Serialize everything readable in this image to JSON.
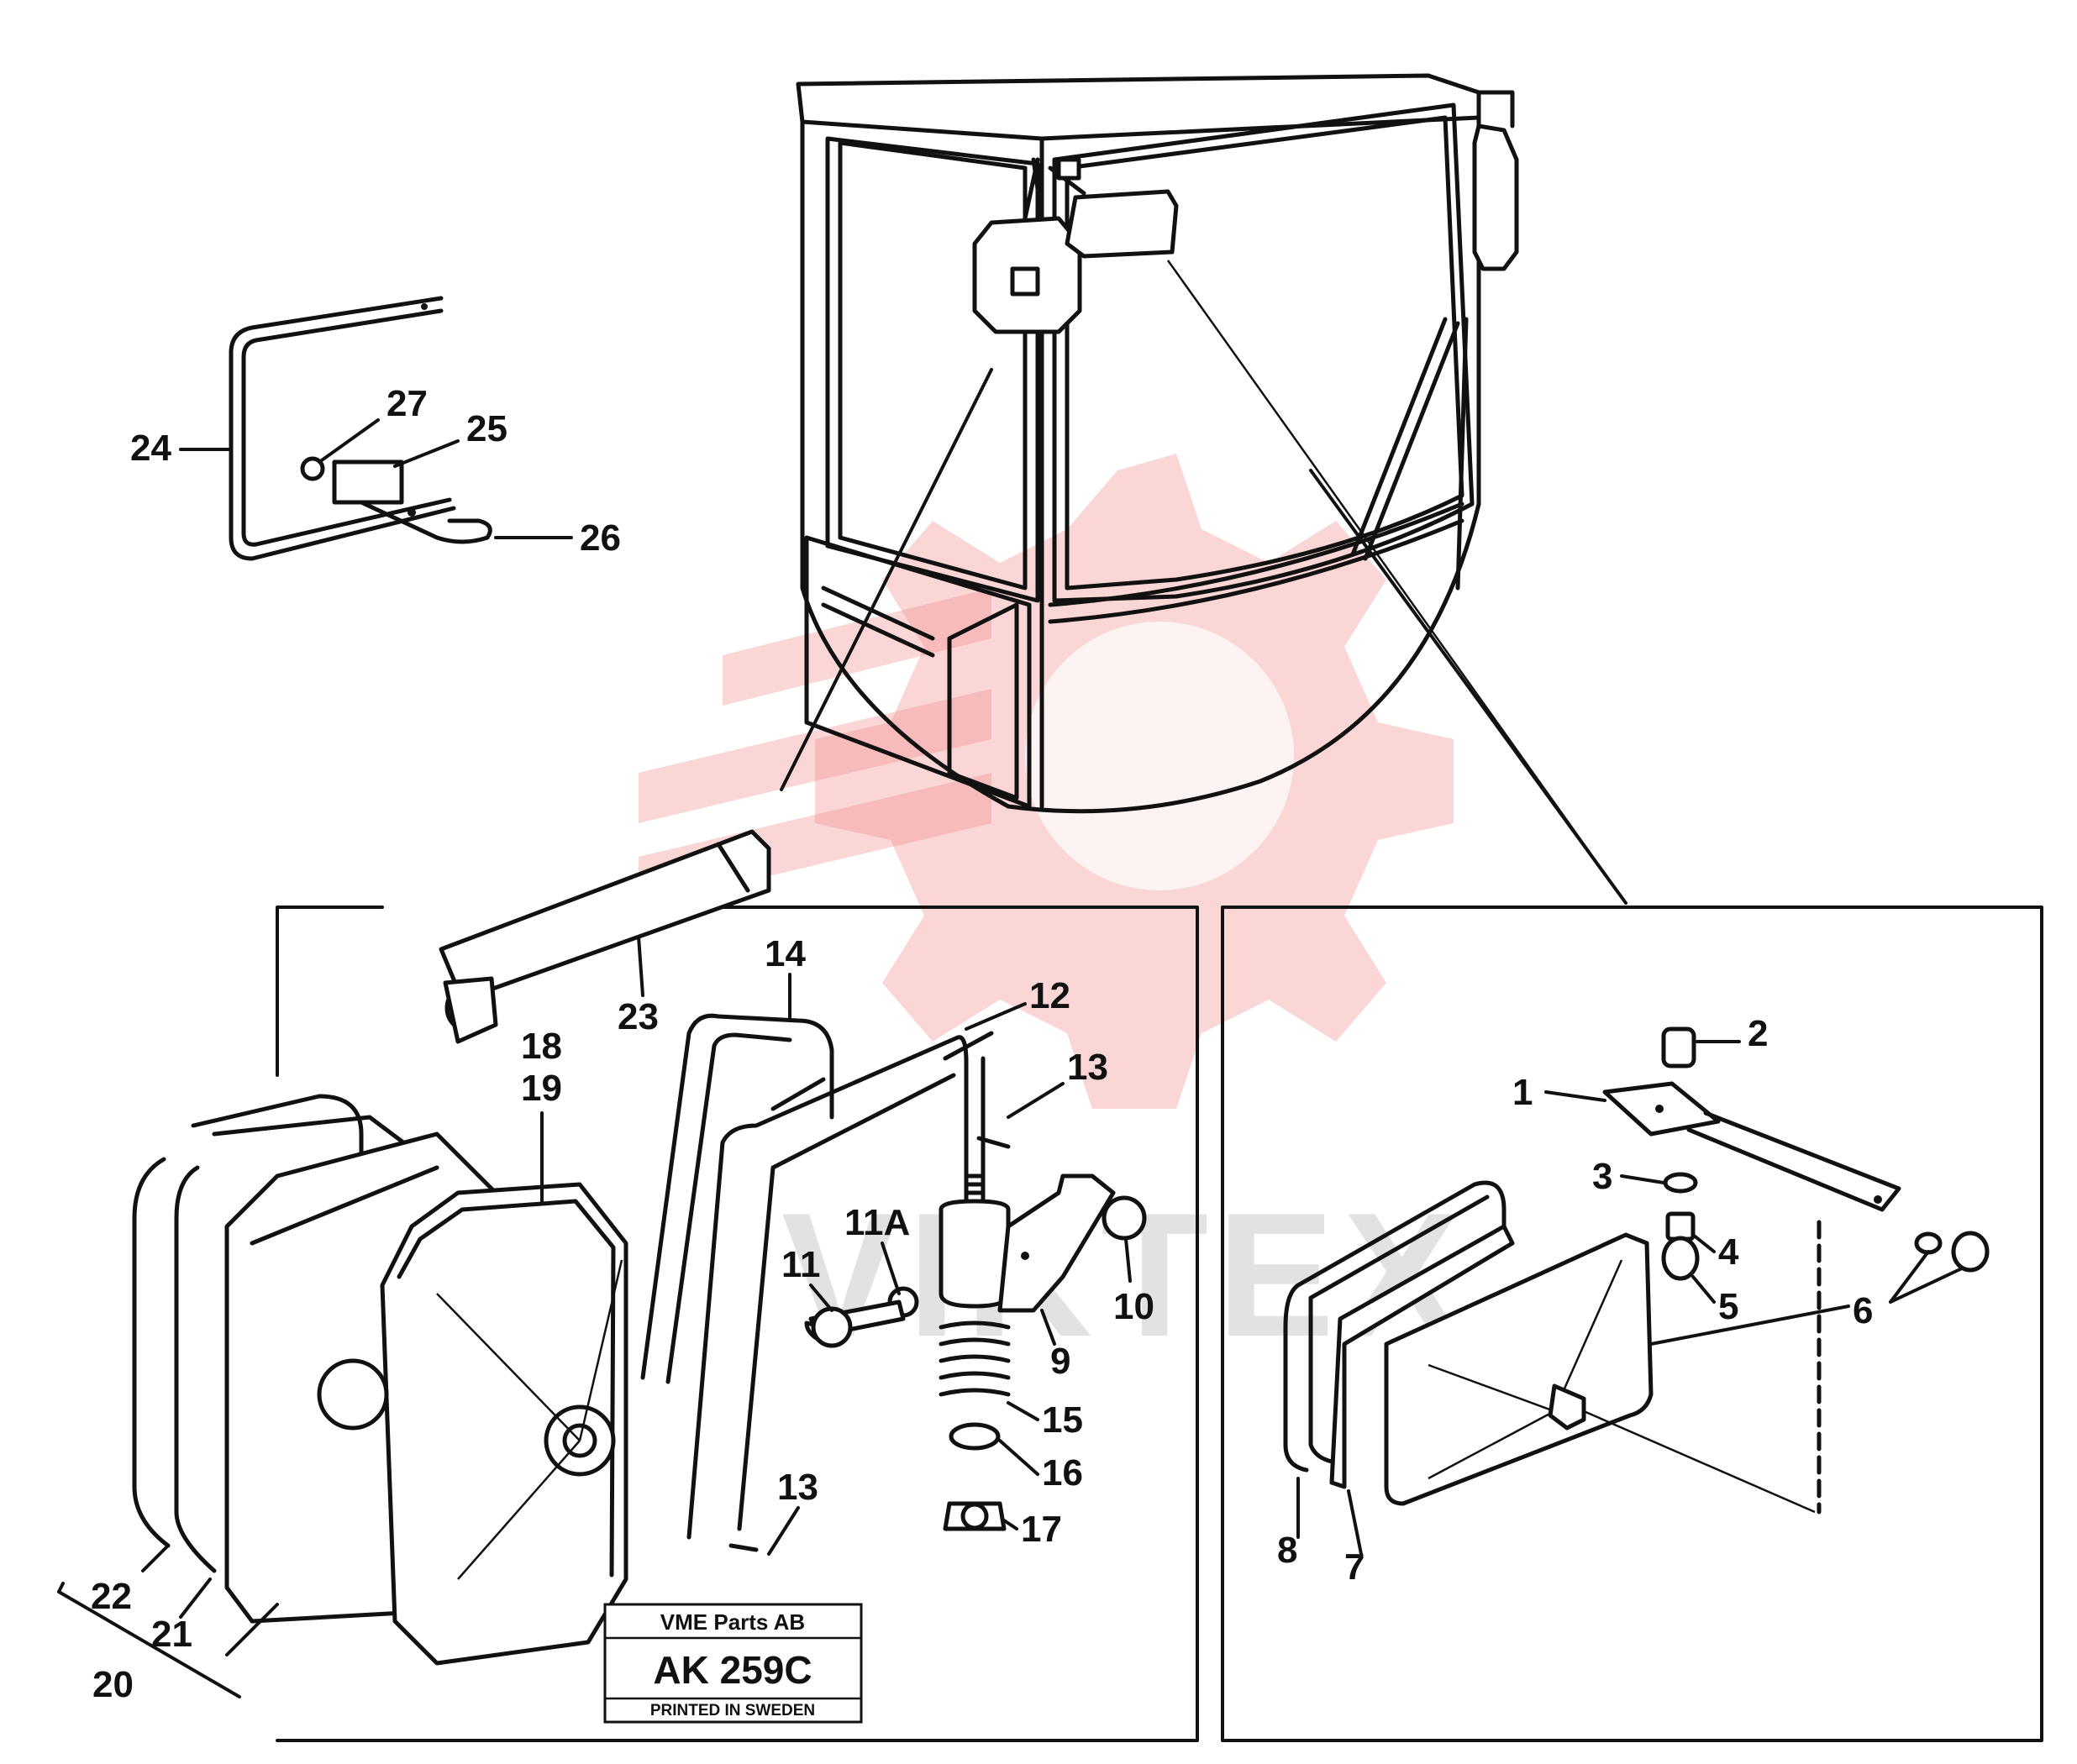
{
  "labels": {
    "p1": "1",
    "p2": "2",
    "p3": "3",
    "p4": "4",
    "p5": "5",
    "p6": "6",
    "p7": "7",
    "p8": "8",
    "p9": "9",
    "p10": "10",
    "p11": "11",
    "p11a": "11A",
    "p12": "12",
    "p13a": "13",
    "p13b": "13",
    "p14": "14",
    "p15": "15",
    "p16": "16",
    "p17": "17",
    "p18": "18",
    "p19": "19",
    "p20": "20",
    "p21": "21",
    "p22": "22",
    "p23": "23",
    "p24": "24",
    "p25": "25",
    "p26": "26",
    "p27": "27"
  },
  "title_block": {
    "company": "VME Parts AB",
    "code": "AK 259C",
    "printed": "PRINTED IN SWEDEN"
  },
  "watermark": {
    "text": "VIKTEX",
    "color": "#f08a8a"
  }
}
